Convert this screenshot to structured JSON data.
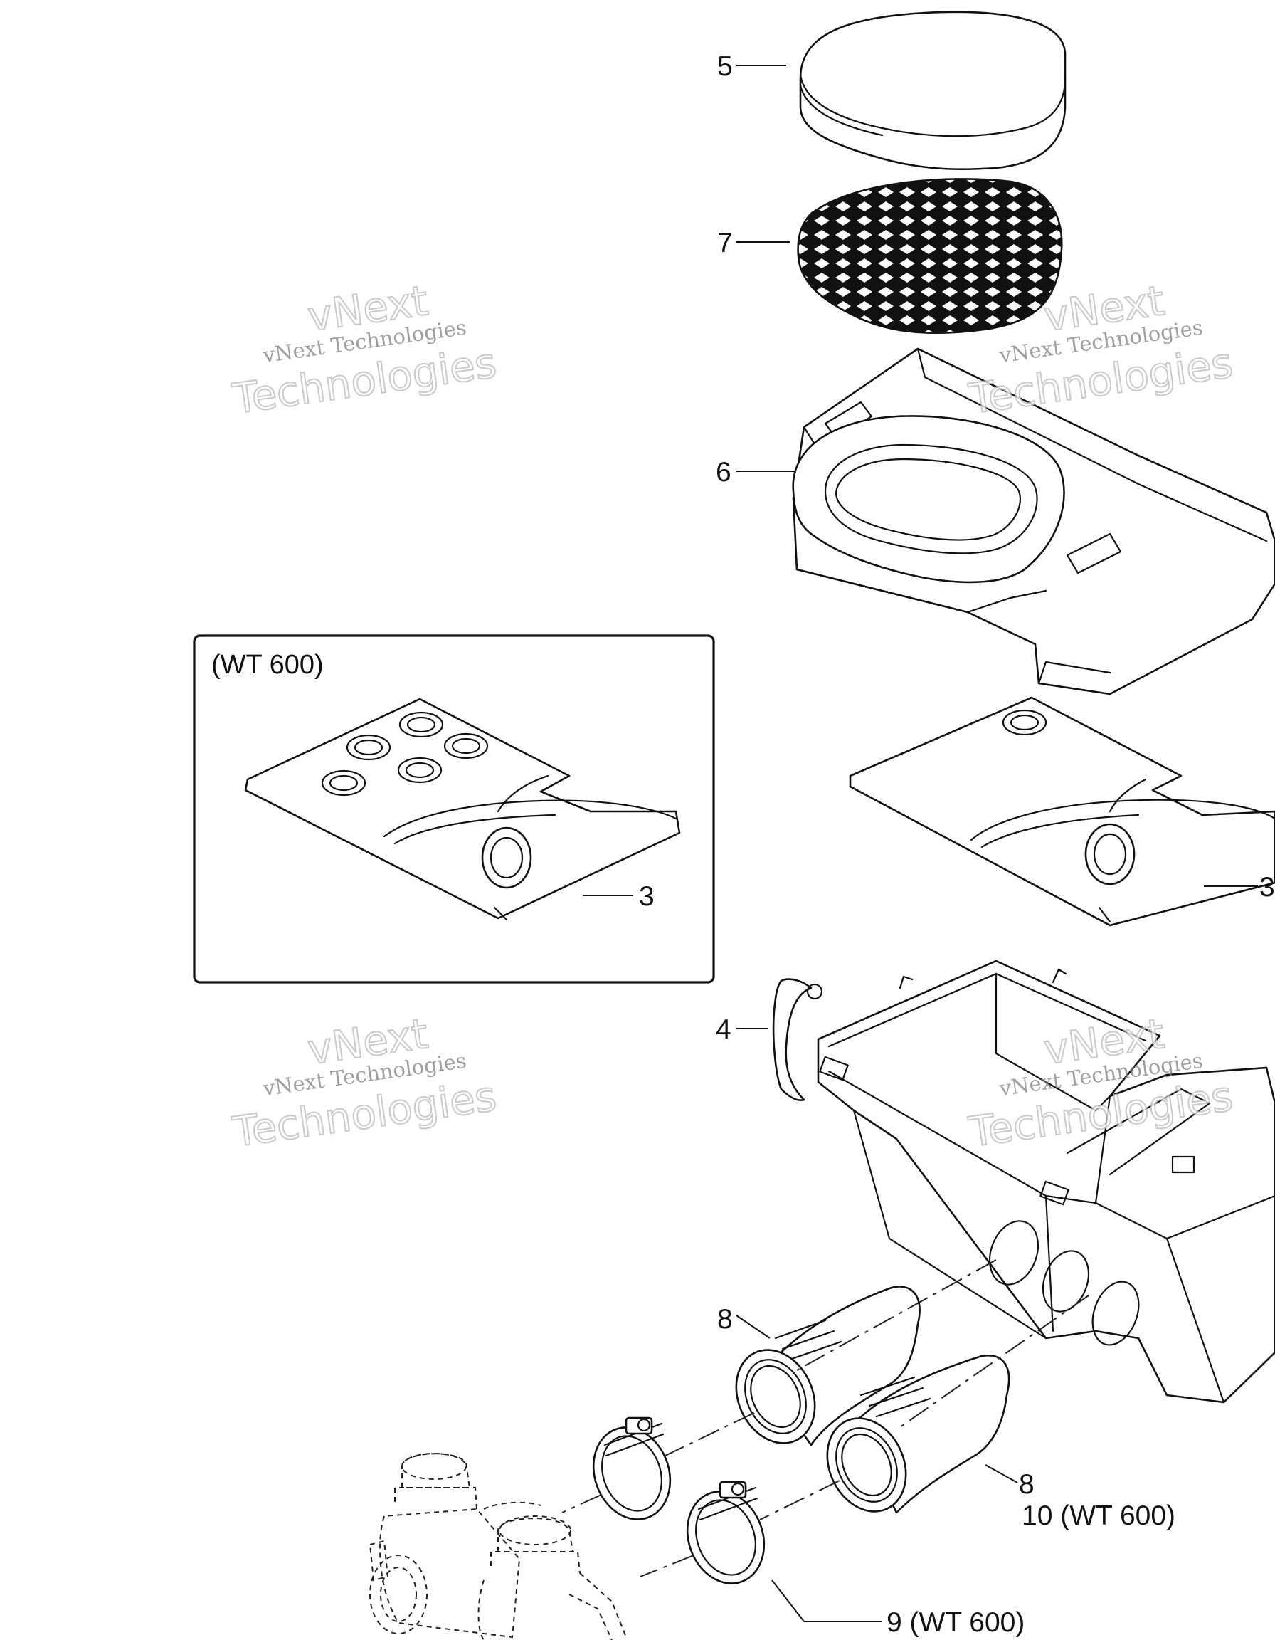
{
  "inset": {
    "title": "(WT 600)"
  },
  "callouts": [
    {
      "id": "c5",
      "text": "5"
    },
    {
      "id": "c7",
      "text": "7"
    },
    {
      "id": "c6",
      "text": "6"
    },
    {
      "id": "c3a",
      "text": "3"
    },
    {
      "id": "c3b",
      "text": "3"
    },
    {
      "id": "c4",
      "text": "4"
    },
    {
      "id": "c8a",
      "text": "8"
    },
    {
      "id": "c8b",
      "text": "8"
    },
    {
      "id": "c10",
      "text": "10 (WT 600)"
    },
    {
      "id": "c9",
      "text": "9 (WT 600)"
    }
  ],
  "watermarks": [
    {
      "id": "w1",
      "line1": "vNext",
      "line2": "vNext Technologies",
      "line3": "Technologies"
    },
    {
      "id": "w2",
      "line1": "vNext",
      "line2": "vNext Technologies",
      "line3": "Technologies"
    },
    {
      "id": "w3",
      "line1": "vNext",
      "line2": "vNext Technologies",
      "line3": "Technologies"
    },
    {
      "id": "w4",
      "line1": "vNext",
      "line2": "vNext Technologies",
      "line3": "Technologies"
    }
  ]
}
